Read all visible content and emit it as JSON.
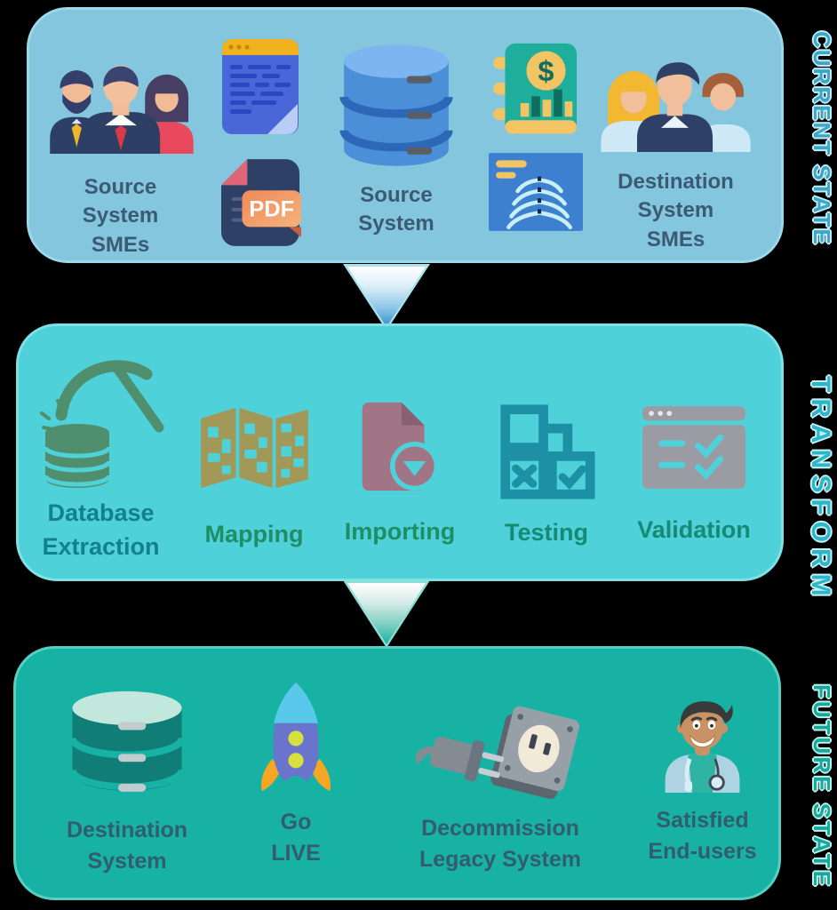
{
  "canvas": {
    "background": "#000000"
  },
  "sections": {
    "current": {
      "side_label": "CURRENT STATE",
      "bg": "#83c6dd",
      "label_color": "#3b5a74",
      "side_label_color": "#3ba7c7",
      "icons": [
        "source-smes-people-icon",
        "document-icon",
        "pdf-file-icon",
        "source-database-icon",
        "finance-book-icon",
        "xray-icon",
        "destination-smes-people-icon"
      ],
      "items": {
        "source_smes": "Source\nSystem\nSMEs",
        "pdf_badge": "PDF",
        "source_system": "Source\nSystem",
        "finance_dollar": "$",
        "destination_smes": "Destination\nSystem\nSMEs"
      }
    },
    "transform": {
      "side_label": "TRANSFORM",
      "bg": "#4fd1d9",
      "side_label_color": "#2db6c9",
      "icons": [
        "database-extraction-pickaxe-icon",
        "map-icon",
        "importing-file-icon",
        "testing-flow-icon",
        "validation-checklist-icon"
      ],
      "items": {
        "database_extraction": "Database\nExtraction",
        "mapping": "Mapping",
        "importing": "Importing",
        "testing": "Testing",
        "validation": "Validation"
      }
    },
    "future": {
      "side_label": "FUTURE STATE",
      "bg": "#17b2a4",
      "label_color": "#315d6d",
      "side_label_color": "#15a89c",
      "icons": [
        "destination-database-icon",
        "rocket-icon",
        "unplug-socket-icon",
        "doctor-icon"
      ],
      "items": {
        "destination_system": "Destination\nSystem",
        "go_live": "Go\nLIVE",
        "decommission": "Decommission\nLegacy System",
        "satisfied": "Satisfied\nEnd-users"
      }
    }
  },
  "arrows": {
    "arrow1_gradient": [
      "#ffffff",
      "#3390c8"
    ],
    "arrow2_gradient": [
      "#ffffff",
      "#17b2a4"
    ]
  }
}
